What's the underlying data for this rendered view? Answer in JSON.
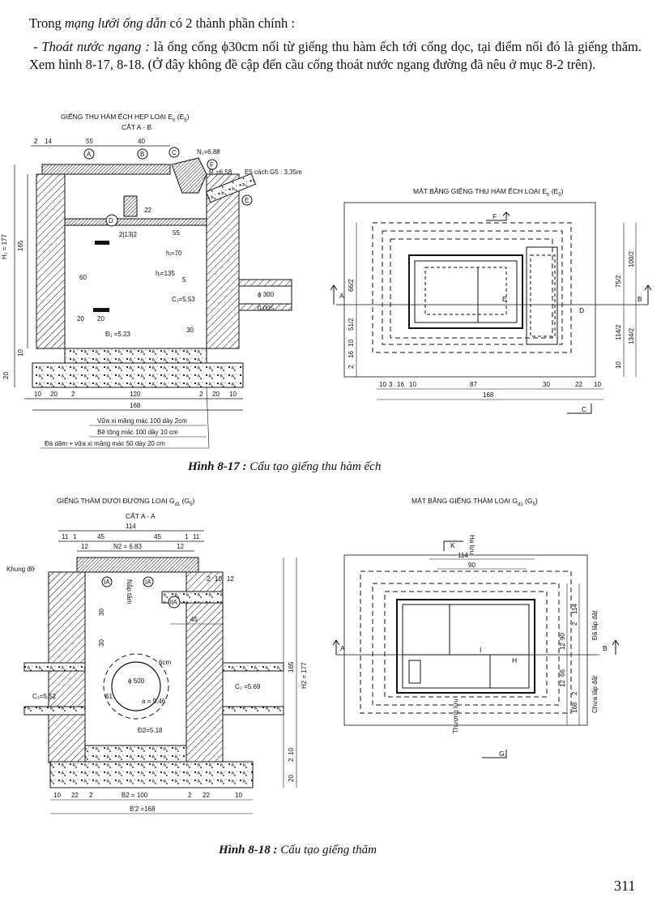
{
  "text": {
    "p1_a": "Trong ",
    "p1_em": "mạng lưới ống dẫn",
    "p1_b": " có 2 thành phần chính :",
    "p2_a": "- ",
    "p2_em": "Thoát nước ngang :",
    "p2_b": " là ống cống ϕ30cm nối từ giếng thu hàm ếch tới cống dọc, tại điểm nối đó là giếng thăm. Xem hình 8-17, 8-18. (Ở đây không đề cập đến cầu cống thoát nước ngang đường đã nêu ở mục 8-2 trên)."
  },
  "fig17": {
    "caption_num": "Hình 8-17 :",
    "caption_text": " Cấu tạo giếng thu hàm ếch",
    "left_title": "GIẾNG THU HÀM ẾCH HẸP LOẠI E",
    "left_title_sub": "h",
    "left_title_tail": " (E",
    "left_title_tail_sub": "5",
    "left_title_end": ")",
    "left_section": "CẮT A - B",
    "right_title": "MẶT BẰNG GIẾNG THU HÀM ẾCH LOẠI E",
    "right_title_sub": "h",
    "right_title_tail": " (E",
    "right_title_tail_sub": "5",
    "right_title_end": ")",
    "dims_top": [
      "2",
      "14",
      "55",
      "40"
    ],
    "markers": [
      "A",
      "B",
      "C",
      "D",
      "E",
      "F"
    ],
    "n_label": "N₁=6.88",
    "r_label": "R =6.58",
    "e5_label": "E5 cách G5 : 3,35m",
    "h1": "H₁ = 177",
    "h165": "165",
    "h22": "22",
    "d213": "2|13|2",
    "d55": "55",
    "h70": "hⱼ=70",
    "h60": "60",
    "h135": "hⱼ=135",
    "h5": "5",
    "c1": "C₁=5.53",
    "phi300": "ϕ 300",
    "slope": "0.005",
    "d20a": "20",
    "d20b": "20",
    "d1": "Đ₁ =5.23",
    "h30": "30",
    "h10": "10",
    "h2": "2",
    "h20": "20",
    "bottom_dims": [
      "10",
      "20",
      "2",
      "120",
      "2",
      "20",
      "10"
    ],
    "bottom_total": "168",
    "notes": [
      "Vữa xi măng mác 100 dày 2cm",
      "Bê tông mác 100 dày 10 cm",
      "Đá dăm + vữa xi măng mác 50 dày 20 cm"
    ],
    "plan_left_dims": [
      "66/2",
      "51/2",
      "10",
      "16",
      "2"
    ],
    "plan_right_dims": [
      "100/2",
      "75/2",
      "114/2",
      "134/2",
      "10"
    ],
    "plan_bottom_dims": [
      "10",
      "3",
      "16",
      "10",
      "87",
      "30",
      "22",
      "10"
    ],
    "plan_total": "168",
    "plan_letters": [
      "F",
      "E",
      "D",
      "A",
      "B",
      "C"
    ]
  },
  "fig18": {
    "caption_num": "Hình 8-18 :",
    "caption_text": " Cấu tạo giếng thăm",
    "left_title": "GIẾNG THĂM DƯỚI ĐƯỜNG LOẠI G",
    "left_title_sub": "d1",
    "left_title_tail": " (G",
    "left_title_tail_sub": "5",
    "left_title_end": ")",
    "left_section": "CẮT A - A",
    "right_title": "MẶT BẰNG GIẾNG THĂM LOẠI G",
    "right_title_sub": "d1",
    "right_title_tail": " (G",
    "right_title_tail_sub": "5",
    "right_title_end": ")",
    "top_total": "114",
    "top_dims": [
      "11",
      "1",
      "45",
      "45",
      "1",
      "11"
    ],
    "top_dims2": [
      "12",
      "12"
    ],
    "n2": "N2 = 6.83",
    "khung": "Khung đỡ",
    "markers": [
      "IA",
      "IA",
      "IIA"
    ],
    "nap": "Nắp tấm",
    "dims_r": [
      "2",
      "10",
      "12"
    ],
    "d45": "45",
    "d30a": "30",
    "d30b": "30",
    "h165": "165",
    "h177": "H2 = 177",
    "phi500": "ϕ 500",
    "r6": "6cm",
    "r61": "61",
    "a": "a = 5.46",
    "c2l": "C₂=5.52",
    "c2r": "C₂ =5.69",
    "d2": "Đ2=5.18",
    "h10": "10",
    "h2": "2",
    "h20": "20",
    "bottom_dims": [
      "10",
      "22",
      "2",
      "B2 = 100",
      "2",
      "22",
      "10"
    ],
    "bottom_total": "B'2 =168",
    "plan_top": [
      "114",
      "90"
    ],
    "plan_k": "K",
    "plan_ha_luu": "Hạ lưu",
    "plan_thuong_luu": "Thượng lưu",
    "plan_right_dims": [
      "114",
      "2",
      "90",
      "12",
      "66",
      "12",
      "168",
      "2"
    ],
    "plan_right_labels": [
      "Đã lấp đất",
      "Chưa lấp đất"
    ],
    "plan_letters": [
      "A",
      "B",
      "G",
      "H",
      "I"
    ]
  },
  "page_number": "311"
}
